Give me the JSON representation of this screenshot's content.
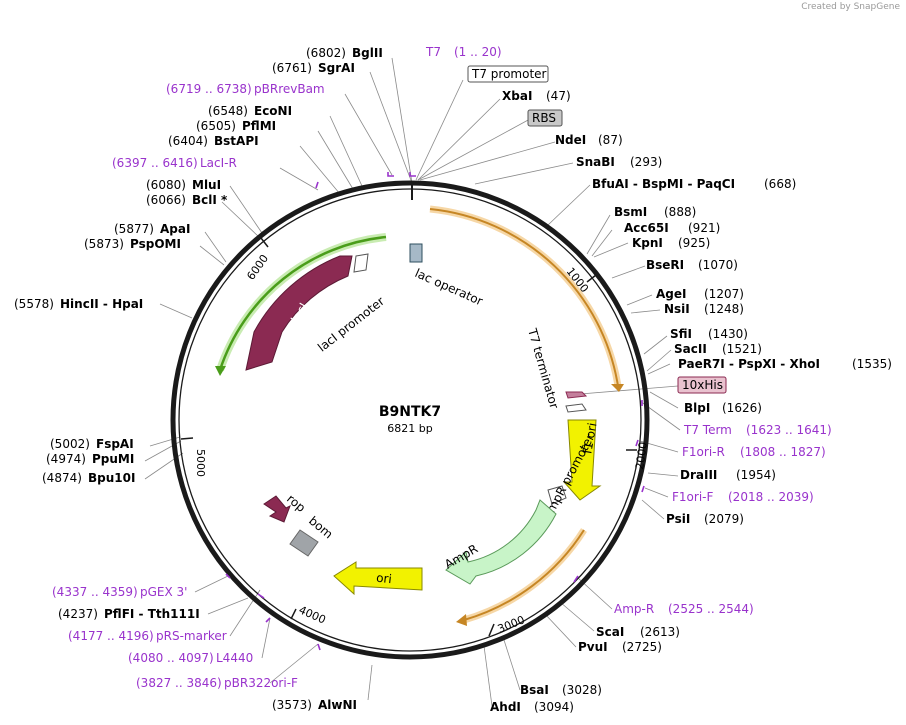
{
  "watermark": "Created by SnapGene",
  "plasmid": {
    "name": "B9NTK7",
    "size_label": "6821 bp",
    "length": 6821
  },
  "colors": {
    "orf_orange": "#e8a33c",
    "lacI_green": "#6fbf2e",
    "feature_maroon": "#8b2a52",
    "ori_yellow": "#f2f200",
    "ampr_green": "#c8f4c8",
    "his_pink": "#e9c2cf",
    "primer_purple": "#9933cc",
    "backbone": "#1a1a1a"
  },
  "ticks": [
    {
      "label": "1000",
      "pos": 1000
    },
    {
      "label": "2000",
      "pos": 2000
    },
    {
      "label": "3000",
      "pos": 3000
    },
    {
      "label": "4000",
      "pos": 4000
    },
    {
      "label": "5000",
      "pos": 5000
    },
    {
      "label": "6000",
      "pos": 6000
    }
  ],
  "features": {
    "t7_promoter": "T7 promoter",
    "rbs": "RBS",
    "lac_operator": "lac operator",
    "laci_promoter": "lacI promoter",
    "laci": "lacI",
    "t7_terminator": "T7 terminator",
    "his_tag": "10xHis",
    "f1_ori": "f1 ori",
    "ampr_promoter": "AmpR promoter",
    "ampr": "AmpR",
    "ori": "ori",
    "rop": "rop",
    "bom": "bom"
  },
  "primers": [
    {
      "name": "T7",
      "range": "(1 .. 20)"
    },
    {
      "name": "pBRrevBam",
      "range": "(6719 .. 6738)"
    },
    {
      "name": "LacI-R",
      "range": "(6397 .. 6416)"
    },
    {
      "name": "T7 Term",
      "range": "(1623 .. 1641)"
    },
    {
      "name": "F1ori-R",
      "range": "(1808 .. 1827)"
    },
    {
      "name": "F1ori-F",
      "range": "(2018 .. 2039)"
    },
    {
      "name": "Amp-R",
      "range": "(2525 .. 2544)"
    },
    {
      "name": "pGEX 3'",
      "range": "(4337 .. 4359)"
    },
    {
      "name": "pRS-marker",
      "range": "(4177 .. 4196)"
    },
    {
      "name": "L4440",
      "range": "(4080 .. 4097)"
    },
    {
      "name": "pBR322ori-F",
      "range": "(3827 .. 3846)"
    }
  ],
  "sites": [
    {
      "name": "BglII",
      "pos": "(6802)"
    },
    {
      "name": "SgrAI",
      "pos": "(6761)"
    },
    {
      "name": "EcoNI",
      "pos": "(6548)"
    },
    {
      "name": "PflMI",
      "pos": "(6505)"
    },
    {
      "name": "BstAPI",
      "pos": "(6404)"
    },
    {
      "name": "MluI",
      "pos": "(6080)"
    },
    {
      "name": "BclI *",
      "pos": "(6066)"
    },
    {
      "name": "ApaI",
      "pos": "(5877)"
    },
    {
      "name": "PspOMI",
      "pos": "(5873)"
    },
    {
      "name": "HincII  -  HpaI",
      "pos": "(5578)"
    },
    {
      "name": "FspAI",
      "pos": "(5002)"
    },
    {
      "name": "PpuMI",
      "pos": "(4974)"
    },
    {
      "name": "Bpu10I",
      "pos": "(4874)"
    },
    {
      "name": "PflFI  -  Tth111I",
      "pos": "(4237)"
    },
    {
      "name": "AlwNI",
      "pos": "(3573)"
    },
    {
      "name": "XbaI",
      "pos": "(47)"
    },
    {
      "name": "NdeI",
      "pos": "(87)"
    },
    {
      "name": "SnaBI",
      "pos": "(293)"
    },
    {
      "name": "BfuAI  -  BspMI  -  PaqCI",
      "pos": "(668)"
    },
    {
      "name": "BsmI",
      "pos": "(888)"
    },
    {
      "name": "Acc65I",
      "pos": "(921)"
    },
    {
      "name": "KpnI",
      "pos": "(925)"
    },
    {
      "name": "BseRI",
      "pos": "(1070)"
    },
    {
      "name": "AgeI",
      "pos": "(1207)"
    },
    {
      "name": "NsiI",
      "pos": "(1248)"
    },
    {
      "name": "SfiI",
      "pos": "(1430)"
    },
    {
      "name": "SacII",
      "pos": "(1521)"
    },
    {
      "name": "PaeR7I  -  PspXI  -  XhoI",
      "pos": "(1535)"
    },
    {
      "name": "BlpI",
      "pos": "(1626)"
    },
    {
      "name": "DraIII",
      "pos": "(1954)"
    },
    {
      "name": "PsiI",
      "pos": "(2079)"
    },
    {
      "name": "ScaI",
      "pos": "(2613)"
    },
    {
      "name": "PvuI",
      "pos": "(2725)"
    },
    {
      "name": "BsaI",
      "pos": "(3028)"
    },
    {
      "name": "AhdI",
      "pos": "(3094)"
    }
  ]
}
